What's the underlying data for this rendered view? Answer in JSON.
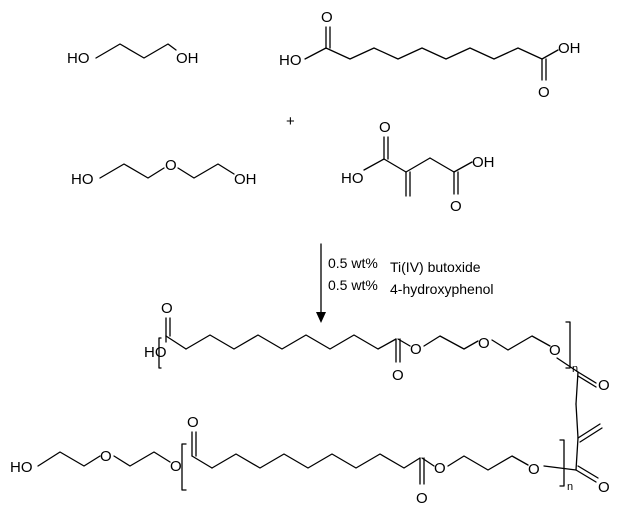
{
  "reactants": {
    "propanediol": {
      "ho_left": "HO",
      "oh_right": "OH"
    },
    "sebacic_acid": {
      "carbonyl_o_top": "O",
      "ho_left": "HO",
      "oh_right": "OH",
      "carbonyl_o_bottom": "O"
    },
    "plus_sign": "+",
    "diethylene_glycol": {
      "ho_left": "HO",
      "ether_o": "O",
      "oh_right": "OH"
    },
    "itaconic_acid": {
      "carbonyl_o_top": "O",
      "ho_left": "HO",
      "oh_right": "OH",
      "carbonyl_o_bottom": "O"
    }
  },
  "conditions": {
    "line1_amount": "0.5 wt%",
    "line1_reagent": "Ti(IV) butoxide",
    "line2_amount": "0.5 wt%",
    "line2_reagent": "4-hydroxyphenol"
  },
  "product": {
    "top_chain": {
      "carbonyl_o_top": "O",
      "ho_end": "HO",
      "ester_o1": "O",
      "ester_carbonyl_o": "O",
      "ether_o": "O",
      "chain_end_o": "O",
      "repeat_n": "n"
    },
    "linker": {
      "carbonyl_o_top": "O",
      "carbonyl_o_bottom": "O"
    },
    "bottom_chain": {
      "ho_end": "HO",
      "ether_o": "O",
      "ester_o_link": "O",
      "carbonyl_o_top": "O",
      "ester_o1": "O",
      "ester_carbonyl_o": "O",
      "chain_end_o": "O",
      "repeat_n": "n"
    }
  }
}
